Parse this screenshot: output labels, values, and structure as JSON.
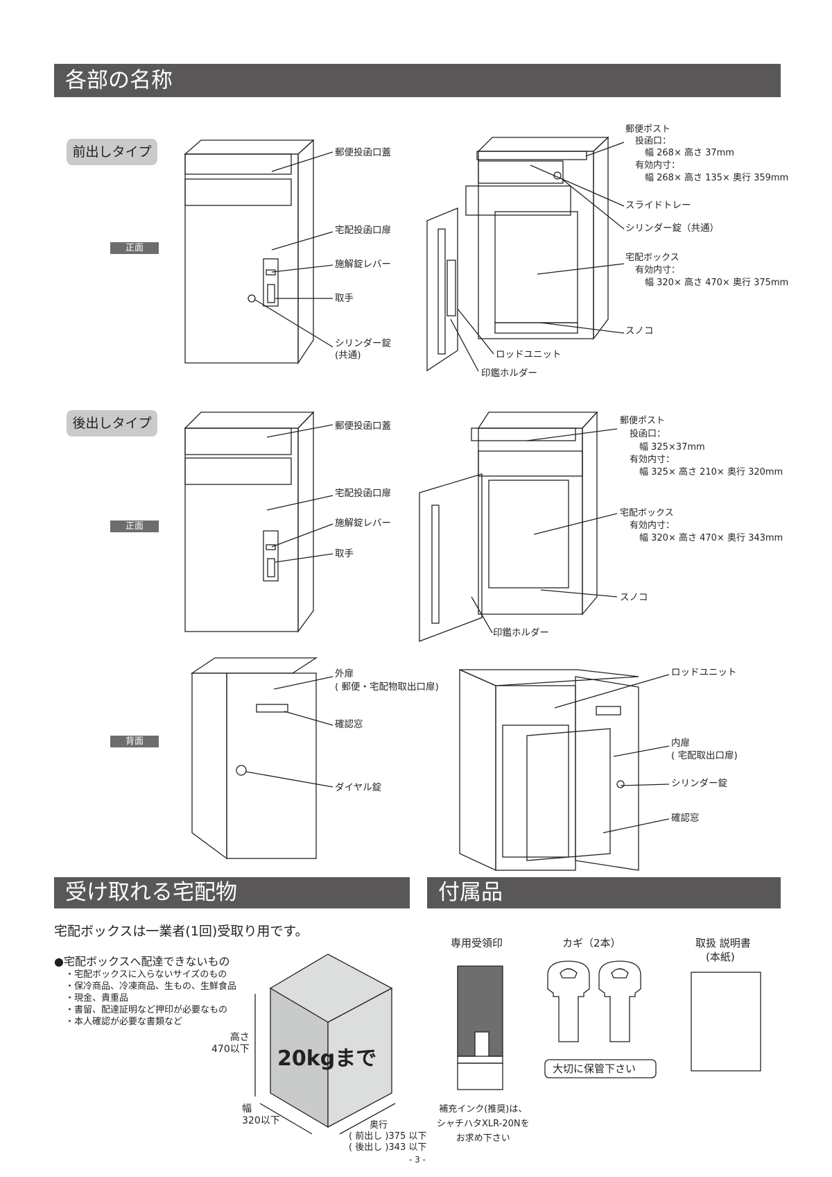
{
  "sections": {
    "parts_title": "各部の名称",
    "deliverables_title": "受け取れる宅配物",
    "accessories_title": "付属品"
  },
  "front_type": {
    "label": "前出しタイプ",
    "view": "正面",
    "front_labels": [
      "郵便投函口蓋",
      "宅配投函口扉",
      "施解錠レバー",
      "取手",
      "シリンダー錠",
      "(共通)"
    ],
    "open_labels": {
      "post": "郵便ポスト",
      "slot": "投函口：",
      "slot_size": "幅 268× 高さ 37mm",
      "inner": "有効内寸：",
      "inner_size": "幅 268× 高さ 135× 奥行 359mm",
      "tray": "スライドトレー",
      "cylinder": "シリンダー錠（共通）",
      "box": "宅配ボックス",
      "box_inner": "有効内寸：",
      "box_size": "幅 320× 高さ 470× 奥行 375mm",
      "sunoko": "スノコ",
      "rod": "ロッドユニット",
      "stamp_holder": "印鑑ホルダー"
    }
  },
  "rear_type": {
    "label": "後出しタイプ",
    "view": "正面",
    "front_labels": [
      "郵便投函口蓋",
      "宅配投函口扉",
      "施解錠レバー",
      "取手"
    ],
    "open_labels": {
      "post": "郵便ポスト",
      "slot": "投函口：",
      "slot_size": "幅 325×37mm",
      "inner": "有効内寸：",
      "inner_size": "幅 325× 高さ 210× 奥行 320mm",
      "box": "宅配ボックス",
      "box_inner": "有効内寸：",
      "box_size": "幅 320× 高さ 470× 奥行 343mm",
      "sunoko": "スノコ",
      "stamp_holder": "印鑑ホルダー"
    }
  },
  "back": {
    "view": "背面",
    "outer_door": "外扉",
    "outer_door_sub": "( 郵便・宅配物取出口扉)",
    "window": "確認窓",
    "dial": "ダイヤル錠",
    "rod": "ロッドユニット",
    "inner_door": "内扉",
    "inner_door_sub": "( 宅配取出口扉)",
    "cylinder": "シリンダー錠",
    "window2": "確認窓"
  },
  "deliverables": {
    "intro": "宅配ボックスは一業者(1回)受取り用です。",
    "not_allowed_title": "●宅配ボックスへ配達できないもの",
    "not_allowed": [
      "・宅配ボックスに入らないサイズのもの",
      "・保冷商品、冷凍商品、生もの、生鮮食品",
      "・現金、貴重品",
      "・書留、配達証明など押印が必要なもの",
      "・本人確認が必要な書類など"
    ],
    "weight": "20kgまで",
    "height_label": "高さ",
    "height_value": "470以下",
    "width_label": "幅",
    "width_value": "320以下",
    "depth_label": "奥行",
    "depth_front": "( 前出し )375 以下",
    "depth_rear": "( 後出し )343 以下"
  },
  "accessories": {
    "stamp": "専用受領印",
    "keys": "カギ（2本）",
    "manual": "取扱 説明書",
    "manual_sub": "(本紙)",
    "keep_note": "大切に保管下さい",
    "ink_note": [
      "補充インク(推奨)は、",
      "シャチハタXLR-20Nを",
      "お求め下さい"
    ]
  },
  "page_number": "- 3 -"
}
